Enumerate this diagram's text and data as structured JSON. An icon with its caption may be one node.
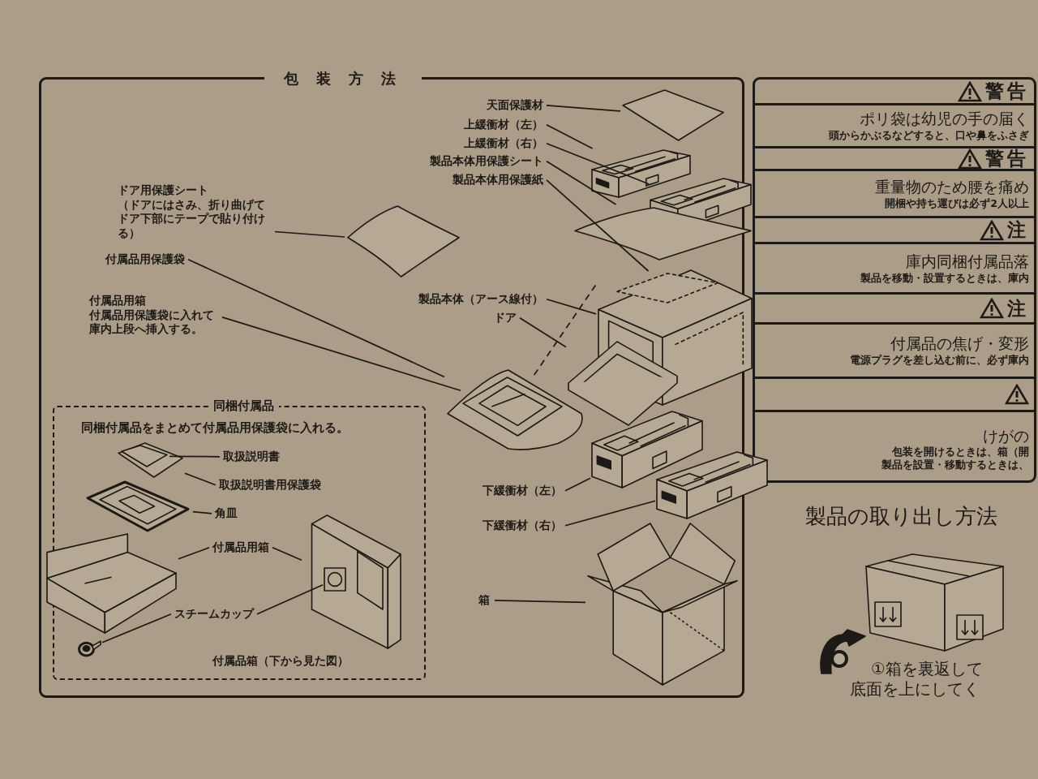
{
  "diagram": {
    "nodes": [
      {
        "text": [
          "包装方法"
        ]
      },
      {
        "text": [
          "天面保護材"
        ],
        "in": 0
      },
      {
        "text": [
          "上緩衝材（左）"
        ],
        "in": 0
      },
      {
        "text": [
          "上緩衝材（右）"
        ],
        "in": 0
      },
      {
        "text": [
          "製品本体用保護シート"
        ],
        "in": 0
      },
      {
        "text": [
          "製品本体用保護紙"
        ],
        "in": 0
      },
      {
        "text": [],
        "shape": "picture",
        "in": 0
      },
      {
        "text": [],
        "shape": "picture",
        "in": 0
      },
      {
        "text": [],
        "shape": "picture",
        "in": 0
      },
      {
        "text": [
          "ドア用保護シート",
          "（ドアにはさみ、折り曲げてドア下部にテープで貼り付ける）"
        ],
        "in": 0
      },
      {
        "text": [],
        "shape": "picture",
        "in": 0
      },
      {
        "text": [],
        "shape": "picture",
        "in": 0
      },
      {
        "text": [
          "付属品用保護袋"
        ],
        "in": 0
      },
      {
        "text": [
          "付属品用箱",
          "付属品用保護袋に入れて庫内上段へ挿入する。"
        ],
        "in": 0
      },
      {
        "text": [
          "製品本体（アース線付）"
        ],
        "in": 0
      },
      {
        "text": [
          "ドア"
        ],
        "in": 0
      },
      {
        "text": [],
        "shape": "picture",
        "in": 0
      },
      {
        "text": [],
        "shape": "picture",
        "in": 16
      },
      {
        "text": [],
        "shape": "picture",
        "in": 0
      },
      {
        "text": [],
        "shape": "picture",
        "in": 18
      },
      {
        "text": [],
        "shape": "picture",
        "in": 0
      },
      {
        "text": [],
        "shape": "picture",
        "in": 0
      },
      {
        "text": [],
        "shape": "picture",
        "in": 0
      },
      {
        "text": [
          "下緩衝材（左）"
        ],
        "in": 0
      },
      {
        "text": [
          "下緩衝材（右）"
        ],
        "in": 0
      },
      {
        "text": [
          "箱"
        ],
        "in": 0
      },
      {
        "text": [],
        "shape": "picture",
        "in": 0
      },
      {
        "text": [
          "同梱付属品",
          "同梱付属品をまとめて付属品用保護袋に入れる。"
        ],
        "in": 0
      },
      {
        "text": [],
        "shape": "picture",
        "in": 27
      },
      {
        "text": [],
        "shape": "picture",
        "in": 28
      },
      {
        "text": [
          "取扱説明書"
        ],
        "in": 27
      },
      {
        "text": [
          "取扱説明書用保護袋"
        ],
        "in": 27
      },
      {
        "text": [],
        "shape": "picture",
        "in": 27
      },
      {
        "text": [
          "角皿"
        ],
        "in": 27
      },
      {
        "text": [],
        "shape": "picture",
        "in": 27
      },
      {
        "text": [
          "付属品用箱"
        ],
        "in": 27
      },
      {
        "text": [],
        "shape": "picture",
        "in": 27,
        "beside": [
          "付属品箱（下から見た図）"
        ]
      },
      {
        "text": [],
        "shape": "picture",
        "in": 36
      },
      {
        "text": [
          "スチームカップ"
        ],
        "in": 27
      },
      {
        "text": [],
        "shape": "picture",
        "in": 27
      },
      {
        "text": [],
        "shape": "box"
      },
      {
        "text": [
          "警告"
        ],
        "in": 40
      },
      {
        "text": [
          "ポリ袋は幼児の手の届く",
          "頭からかぶるなどすると、口や鼻をふさぎ"
        ],
        "in": 40
      },
      {
        "text": [
          "警告"
        ],
        "in": 40
      },
      {
        "text": [
          "重量物のため腰を痛め",
          "開梱や持ち運びは必ず2人以上"
        ],
        "in": 40
      },
      {
        "text": [
          "注"
        ],
        "in": 40
      },
      {
        "text": [
          "庫内同梱付属品落",
          "製品を移動・設置するときは、庫内"
        ],
        "in": 40
      },
      {
        "text": [
          "注"
        ],
        "in": 40
      },
      {
        "text": [
          "付属品の焦げ・変形",
          "電源プラグを差し込む前に、必ず庫内"
        ],
        "in": 40
      },
      {
        "text": [],
        "shape": "box",
        "in": 40
      },
      {
        "text": [
          "けがの",
          "包装を開けるときは、箱（開",
          "製品を設置・移動するときは、"
        ],
        "in": 40
      }
    ],
    "edges": [
      {
        "from": 1,
        "to": 6,
        "arrow": "none"
      },
      {
        "from": 2,
        "to": 7,
        "arrow": "none"
      },
      {
        "from": 3,
        "to": 8,
        "arrow": "none"
      },
      {
        "from": 4,
        "to": 11,
        "arrow": "none"
      },
      {
        "from": 5,
        "to": 17,
        "arrow": "none"
      },
      {
        "from": 9,
        "to": 10,
        "arrow": "none"
      },
      {
        "from": 12,
        "to": 18,
        "arrow": "none"
      },
      {
        "from": 13,
        "to": 19,
        "arrow": "none"
      },
      {
        "from": 14,
        "to": 16,
        "arrow": "none"
      },
      {
        "from": 15,
        "to": 20,
        "arrow": "none"
      },
      {
        "from": 23,
        "to": 21,
        "arrow": "none"
      },
      {
        "from": 24,
        "to": 22,
        "arrow": "none"
      },
      {
        "from": 25,
        "to": 26,
        "arrow": "none"
      },
      {
        "from": 30,
        "to": 29,
        "arrow": "none"
      },
      {
        "from": 31,
        "to": 28,
        "arrow": "none"
      },
      {
        "from": 33,
        "to": 32,
        "arrow": "none"
      },
      {
        "from": 35,
        "to": 34,
        "arrow": "none"
      },
      {
        "from": 35,
        "to": 36,
        "arrow": "none"
      },
      {
        "from": 38,
        "to": 39,
        "arrow": "none"
      },
      {
        "from": 38,
        "to": 37,
        "arrow": "none"
      },
      {
        "from": 19,
        "to": 16,
        "arrow": "none",
        "style": "dashed"
      }
    ],
    "labels": [
      "製品の取り出し方法",
      "①箱を裏返して底面を上にしてく"
    ]
  }
}
